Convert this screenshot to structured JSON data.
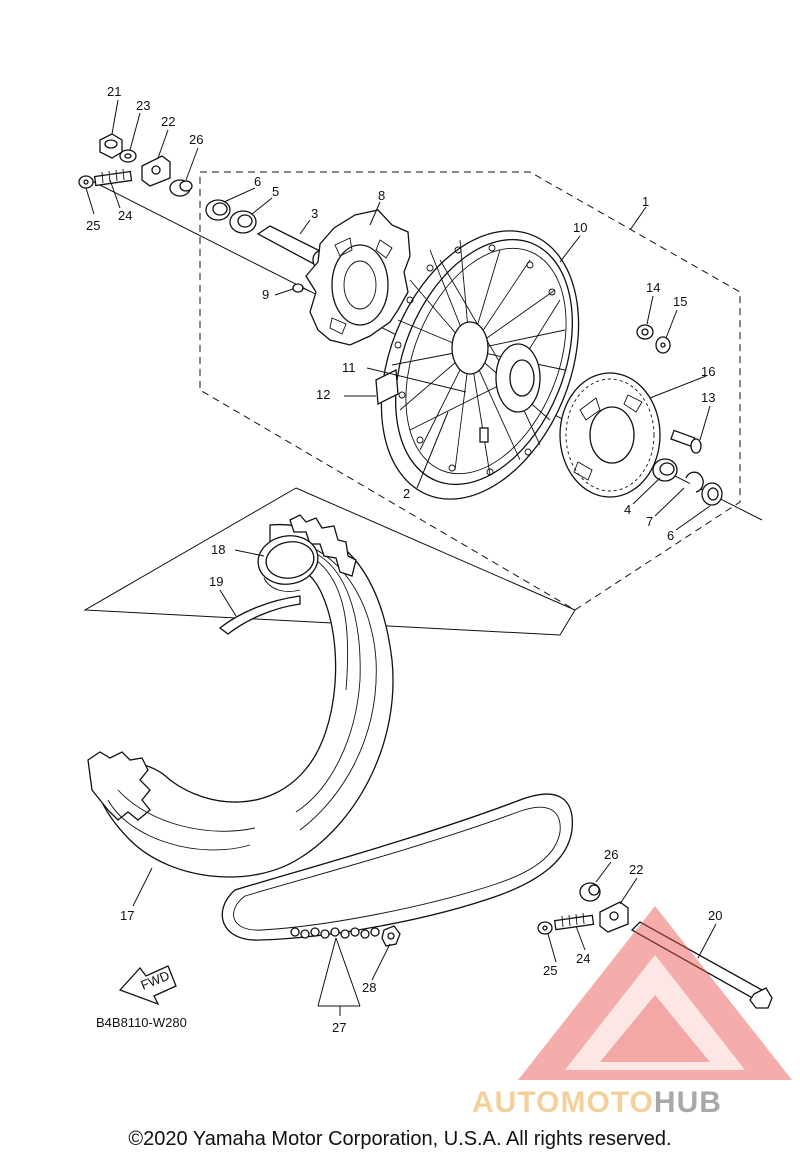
{
  "diagram_code": "B4B8110-W280",
  "fwd_label": "FWD",
  "copyright": "©2020 Yamaha Motor Corporation, U.S.A. All rights reserved.",
  "watermark": {
    "part1": "AUTO",
    "part2": "MOTO",
    "part3": "HUB"
  },
  "callouts": {
    "c1": "1",
    "c2": "2",
    "c3": "3",
    "c4": "4",
    "c5": "5",
    "c6a": "6",
    "c6b": "6",
    "c7": "7",
    "c8": "8",
    "c9": "9",
    "c10": "10",
    "c11": "11",
    "c12": "12",
    "c13": "13",
    "c14": "14",
    "c15": "15",
    "c16": "16",
    "c17": "17",
    "c18": "18",
    "c19": "19",
    "c20": "20",
    "c21": "21",
    "c22a": "22",
    "c22b": "22",
    "c23": "23",
    "c24a": "24",
    "c24b": "24",
    "c25a": "25",
    "c25b": "25",
    "c26a": "26",
    "c26b": "26",
    "c27": "27",
    "c28": "28"
  },
  "colors": {
    "line": "#111111",
    "watermark_red": "#e8504a",
    "watermark_orange": "#f3c98a",
    "watermark_grey": "#9a9a9a"
  }
}
